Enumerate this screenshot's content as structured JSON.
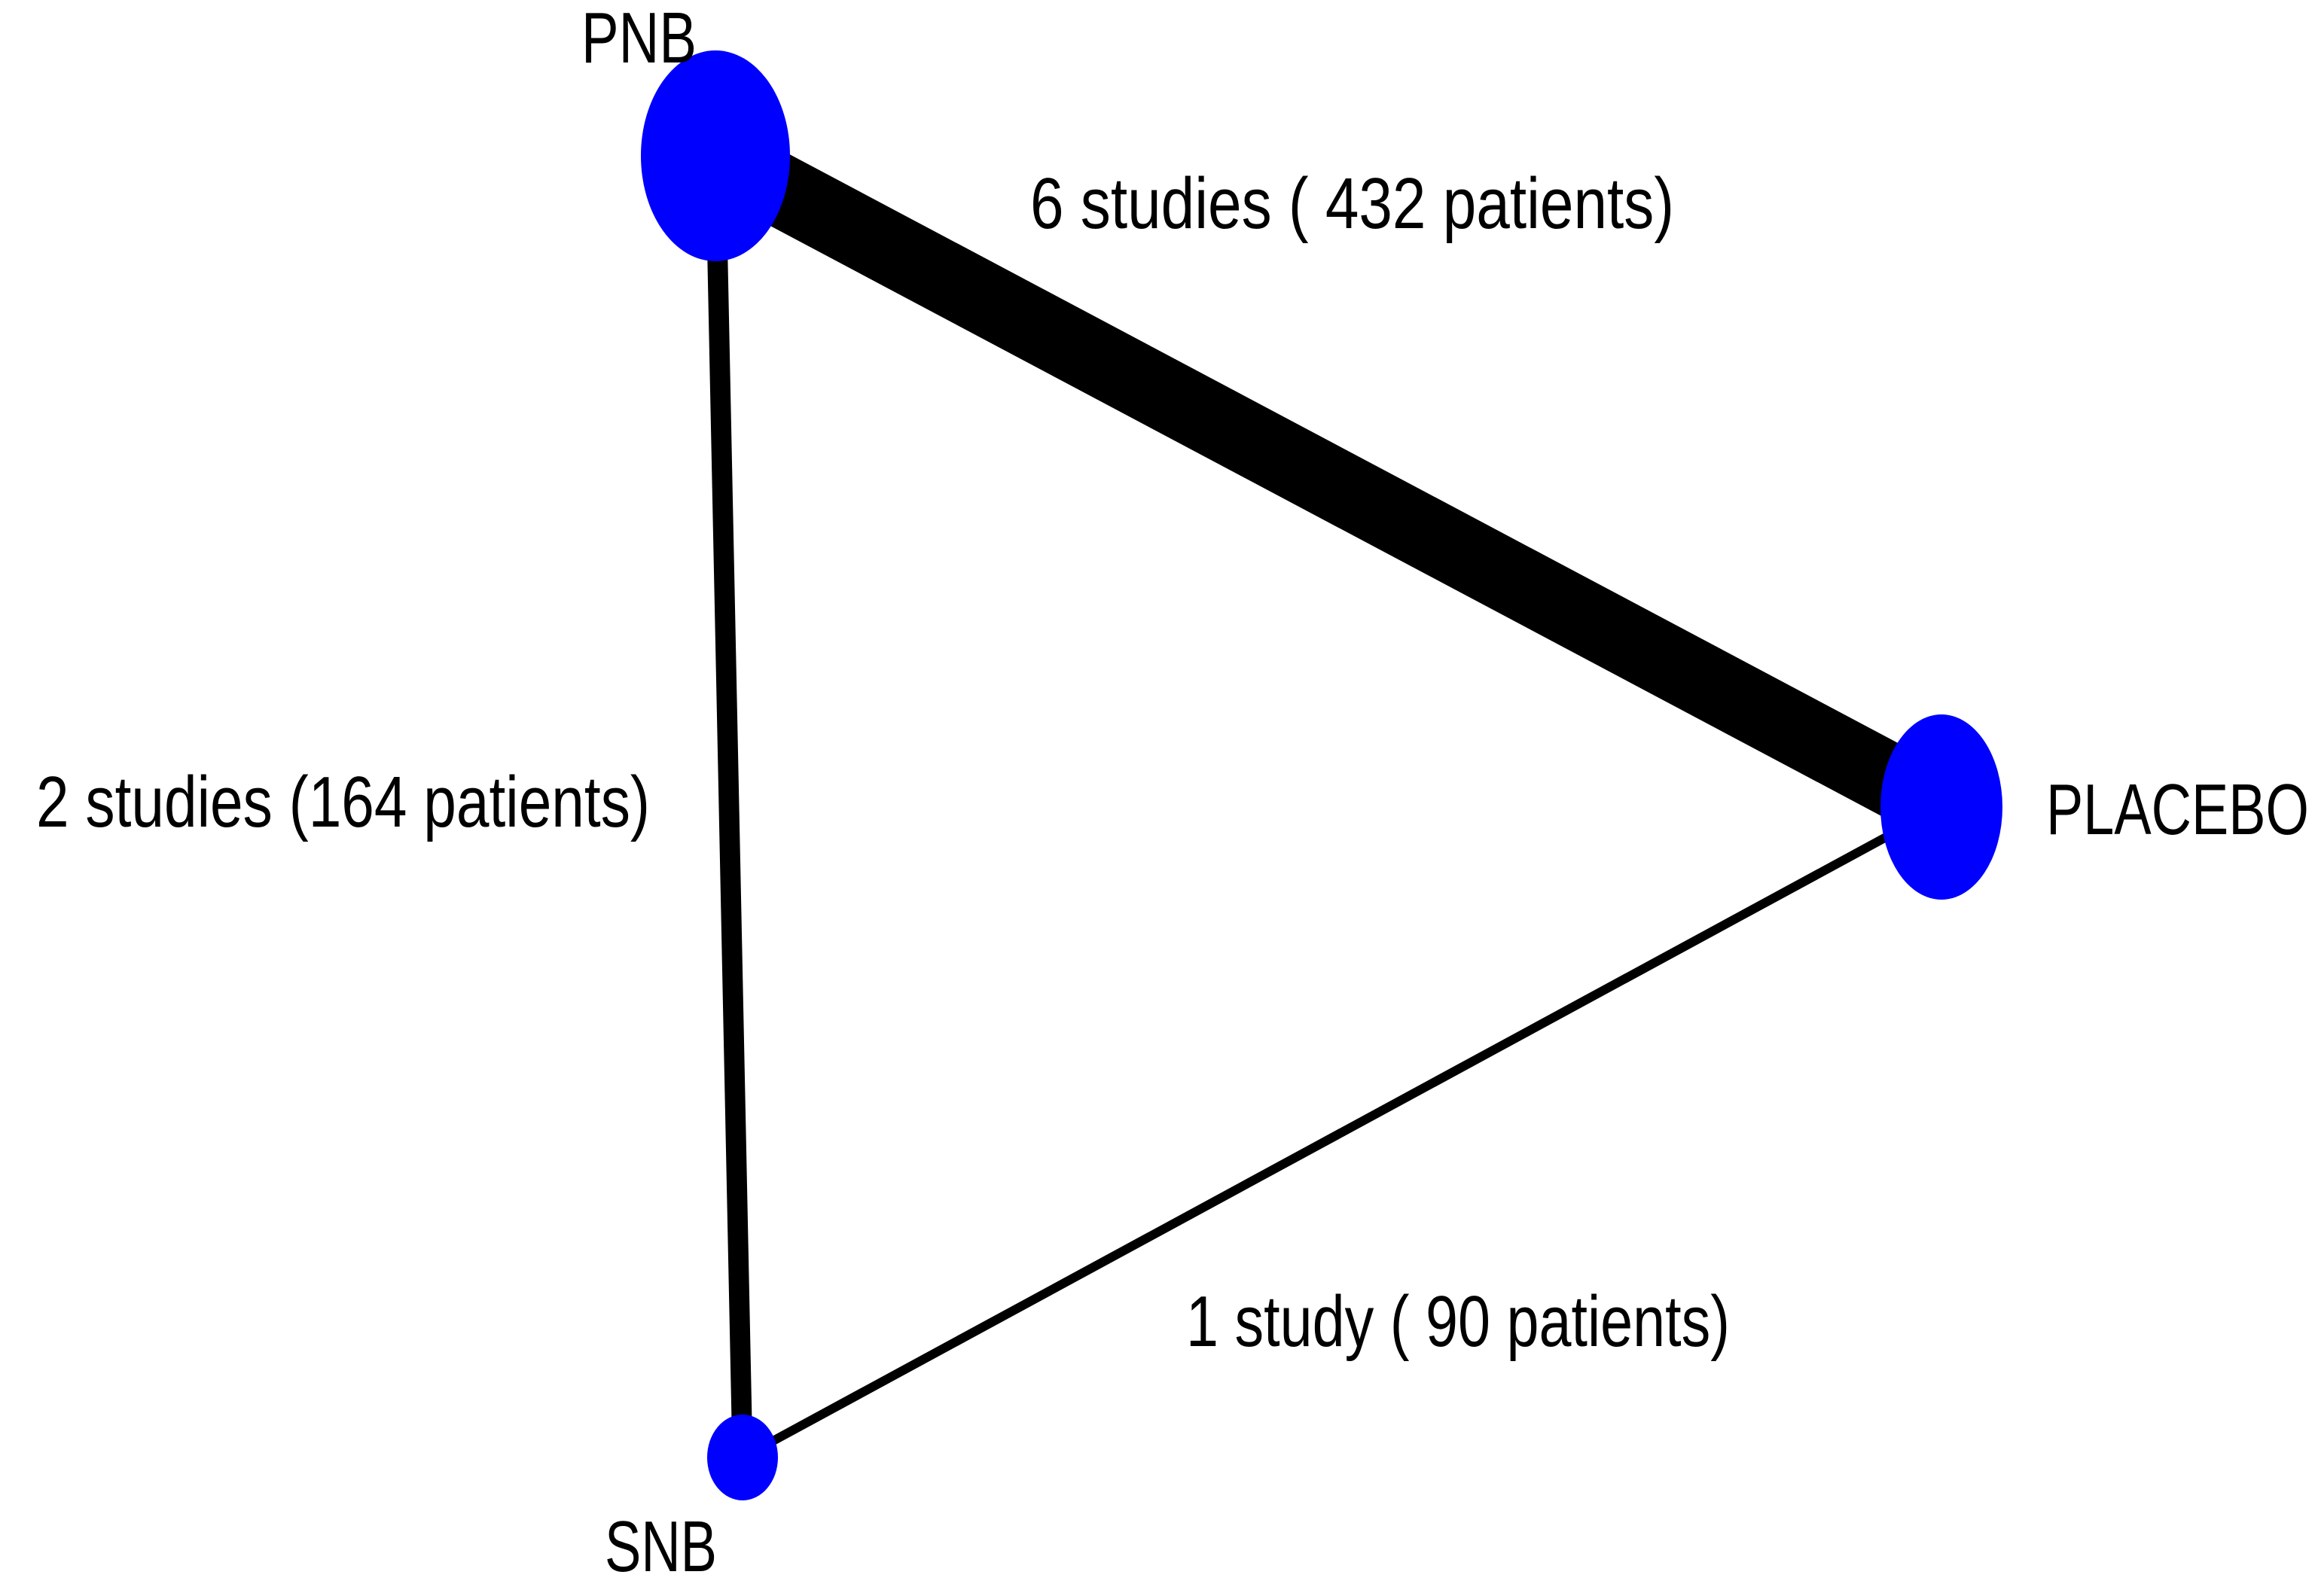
{
  "diagram": {
    "kind": "network-meta-analysis-evidence-graph",
    "background_color": "#ffffff",
    "colors": {
      "node_fill": "#0000ff",
      "edge_stroke": "#000000",
      "label_black": "#000000",
      "label_navy": "#2a3858"
    },
    "nodes": [
      {
        "id": "PNB",
        "label": "PNB"
      },
      {
        "id": "PLACEBO",
        "label": "PLACEBO"
      },
      {
        "id": "SNB",
        "label": "SNB"
      }
    ],
    "edges": [
      {
        "from": "PNB",
        "to": "PLACEBO",
        "label": "6 studies ( 432 patients)",
        "studies": 6,
        "patients": 432
      },
      {
        "from": "PNB",
        "to": "SNB",
        "label": "2 studies (164 patients)",
        "studies": 2,
        "patients": 164
      },
      {
        "from": "SNB",
        "to": "PLACEBO",
        "label": "1 study ( 90 patients)",
        "studies": 1,
        "patients": 90
      }
    ]
  }
}
